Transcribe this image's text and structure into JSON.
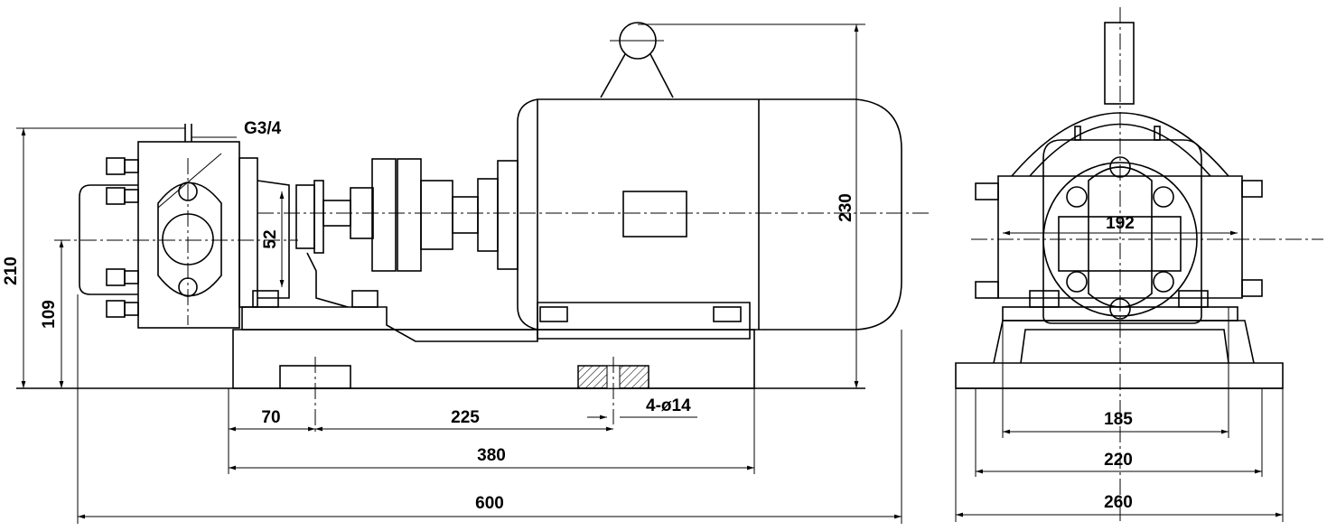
{
  "drawing": {
    "labels": {
      "thread": "G3/4",
      "dim_height_total": "210",
      "dim_axis_height": "109",
      "dim_flange": "52",
      "dim_motor_height": "230",
      "dim_70": "70",
      "dim_225": "225",
      "dim_holes": "4-ø14",
      "dim_380": "380",
      "dim_600": "600",
      "dim_192": "192",
      "dim_185": "185",
      "dim_220": "220",
      "dim_260": "260"
    }
  }
}
